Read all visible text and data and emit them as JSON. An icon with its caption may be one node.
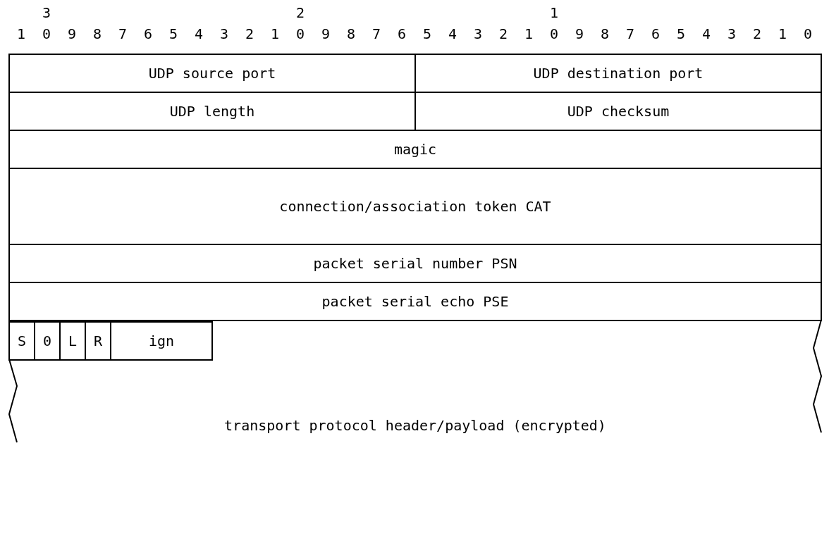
{
  "diagram": {
    "nodes": [
      {
        "text": [
          "UDP source port"
        ]
      },
      {
        "text": [
          "UDP destination port"
        ]
      },
      {
        "text": [
          "UDP length"
        ]
      },
      {
        "text": [
          "UDP checksum"
        ]
      },
      {
        "text": [
          "magic"
        ]
      },
      {
        "text": [
          "connection/association token CAT"
        ]
      },
      {
        "text": [
          "packet serial number PSN"
        ]
      },
      {
        "text": [
          "packet serial echo PSE"
        ]
      },
      {
        "text": [
          "transport protocol header/payload (encrypted)"
        ]
      },
      {
        "text": [
          "S"
        ],
        "in": 8
      },
      {
        "text": [
          "0"
        ],
        "in": 8
      },
      {
        "text": [
          "L"
        ],
        "in": 8
      },
      {
        "text": [
          "R"
        ],
        "in": 8
      },
      {
        "text": [
          "ign"
        ],
        "in": 8
      }
    ],
    "labels": [
      "3",
      "2",
      "1",
      "1",
      "0",
      "9",
      "8",
      "7",
      "6",
      "5",
      "4",
      "3",
      "2",
      "1",
      "0",
      "9",
      "8",
      "7",
      "6",
      "5",
      "4",
      "3",
      "2",
      "1",
      "0",
      "9",
      "8",
      "7",
      "6",
      "5",
      "4",
      "3",
      "2",
      "1",
      "0"
    ]
  }
}
